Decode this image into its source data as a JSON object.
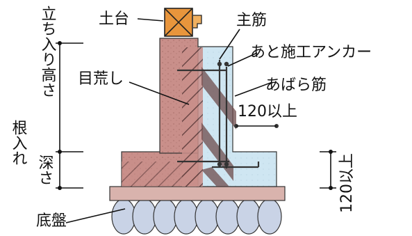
{
  "labels": {
    "dodai": "土台",
    "shukin": "主筋",
    "atose_anchor": "あと施工アンカー",
    "mearashi": "目荒し",
    "abarakin": "あばら筋",
    "dim_120_a": "120以上",
    "dim_120_b": "120以上",
    "tachiagari": "立ち入り高さ",
    "nerire_a": "根入れ",
    "nerire_b": "深さ",
    "teiban": "底盤"
  },
  "colors": {
    "old_concrete": "#c98f8a",
    "new_concrete": "#cfe6f2",
    "dodai_wood": "#e8953c",
    "stone": "#c9d3e6",
    "base_slab": "#d9b3ad",
    "line": "#1a1a1a"
  }
}
